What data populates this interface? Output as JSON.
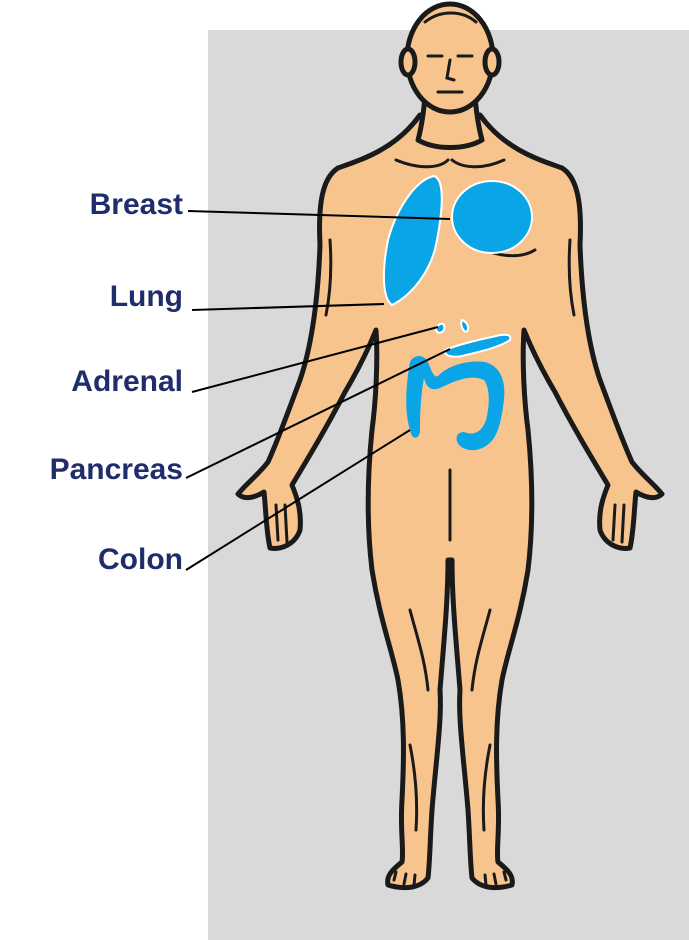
{
  "colors": {
    "background_panel": "#d9d9d9",
    "skin": "#f8c48e",
    "outline": "#1a1a1a",
    "organ": "#0aa5e6",
    "label_text": "#1f2d6b"
  },
  "labels": {
    "breast": "Breast",
    "lung": "Lung",
    "adrenal": "Adrenal",
    "pancreas": "Pancreas",
    "colon": "Colon"
  }
}
